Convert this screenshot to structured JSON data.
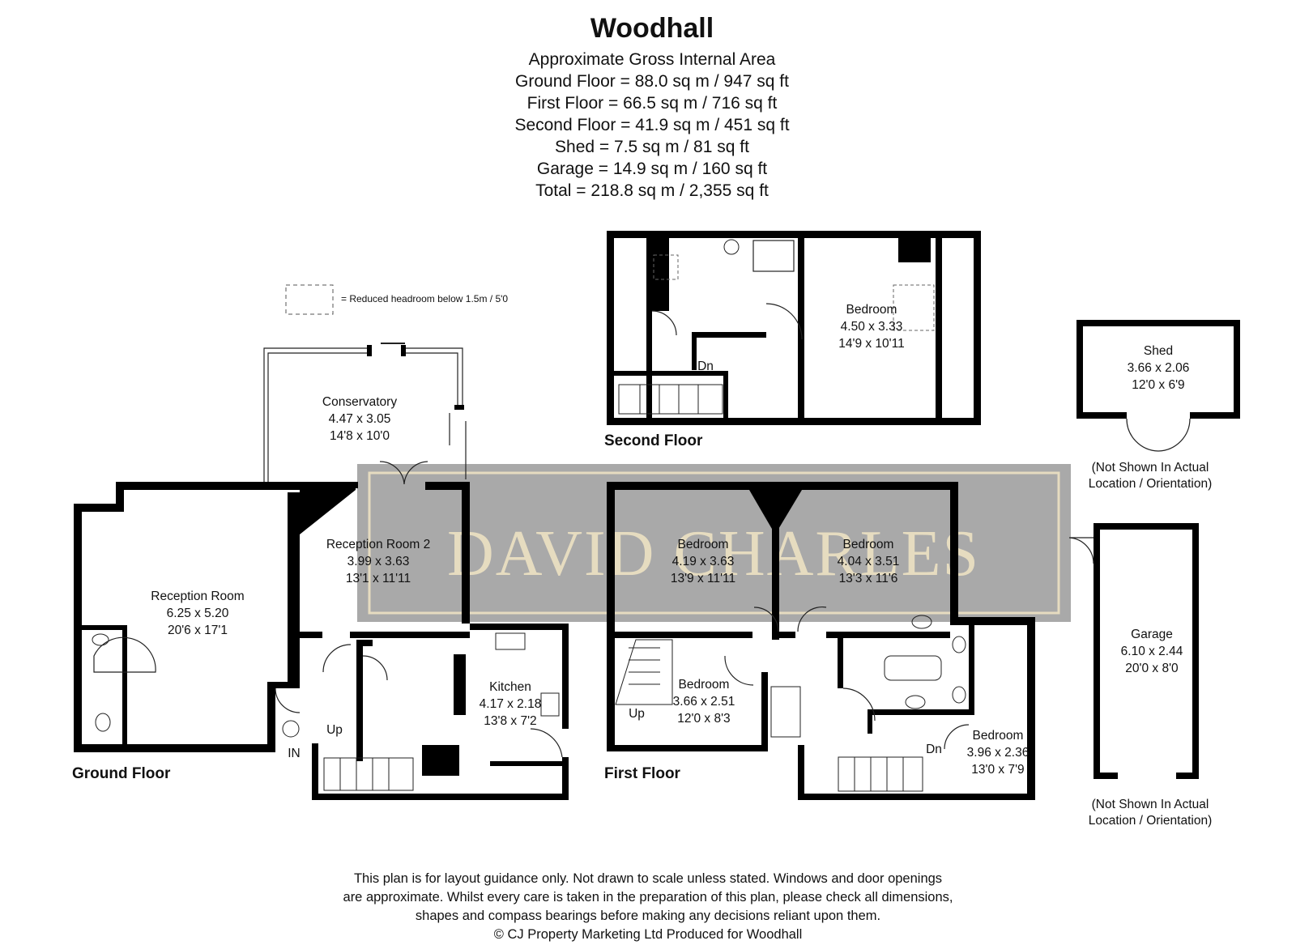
{
  "title": "Woodhall",
  "areas": {
    "heading": "Approximate Gross Internal Area",
    "ground": "Ground Floor = 88.0 sq m / 947 sq ft",
    "first": "First Floor = 66.5 sq m / 716 sq ft",
    "second": "Second Floor = 41.9 sq m / 451 sq ft",
    "shed": "Shed = 7.5 sq m / 81 sq ft",
    "garage": "Garage = 14.9 sq m / 160 sq ft",
    "total": "Total = 218.8 sq m / 2,355 sq ft"
  },
  "legend": {
    "reduced_headroom": "= Reduced headroom below 1.5m / 5'0"
  },
  "floors": {
    "ground": "Ground Floor",
    "first": "First Floor",
    "second": "Second Floor"
  },
  "rooms": {
    "conservatory": {
      "name": "Conservatory",
      "metric": "4.47 x 3.05",
      "imperial": "14'8 x 10'0"
    },
    "reception": {
      "name": "Reception Room",
      "metric": "6.25 x 5.20",
      "imperial": "20'6 x 17'1"
    },
    "reception2": {
      "name": "Reception Room 2",
      "metric": "3.99 x 3.63",
      "imperial": "13'1 x 11'11"
    },
    "kitchen": {
      "name": "Kitchen",
      "metric": "4.17 x 2.18",
      "imperial": "13'8 x 7'2"
    },
    "bedroom_second": {
      "name": "Bedroom",
      "metric": "4.50 x 3.33",
      "imperial": "14'9 x 10'11"
    },
    "bedroom_first_a": {
      "name": "Bedroom",
      "metric": "4.19 x 3.63",
      "imperial": "13'9 x 11'11"
    },
    "bedroom_first_b": {
      "name": "Bedroom",
      "metric": "4.04 x 3.51",
      "imperial": "13'3 x 11'6"
    },
    "bedroom_first_c": {
      "name": "Bedroom",
      "metric": "3.66 x 2.51",
      "imperial": "12'0 x 8'3"
    },
    "bedroom_first_d": {
      "name": "Bedroom",
      "metric": "3.96 x 2.36",
      "imperial": "13'0 x 7'9"
    },
    "shed": {
      "name": "Shed",
      "metric": "3.66 x 2.06",
      "imperial": "12'0 x 6'9"
    },
    "garage": {
      "name": "Garage",
      "metric": "6.10 x 2.44",
      "imperial": "20'0 x 8'0"
    }
  },
  "labels": {
    "up_ground": "Up",
    "in": "IN",
    "dn_second": "Dn",
    "up_first": "Up",
    "dn_first": "Dn"
  },
  "not_shown": {
    "shed_line1": "(Not Shown In Actual",
    "shed_line2": "Location / Orientation)",
    "garage_line1": "(Not Shown In Actual",
    "garage_line2": "Location / Orientation)"
  },
  "watermark": "DAVID CHARLES",
  "disclaimer": {
    "line1": "This plan is for layout guidance only. Not drawn to scale unless stated. Windows and door openings",
    "line2": "are approximate. Whilst every care is taken in the preparation of this plan, please check all dimensions,",
    "line3": "shapes and compass bearings before making any decisions reliant upon them.",
    "line4": "© CJ Property Marketing Ltd Produced for Woodhall"
  },
  "colors": {
    "wall": "#000000",
    "watermark_bg": "#9a9a9a",
    "watermark_text": "#e6dcc0"
  }
}
